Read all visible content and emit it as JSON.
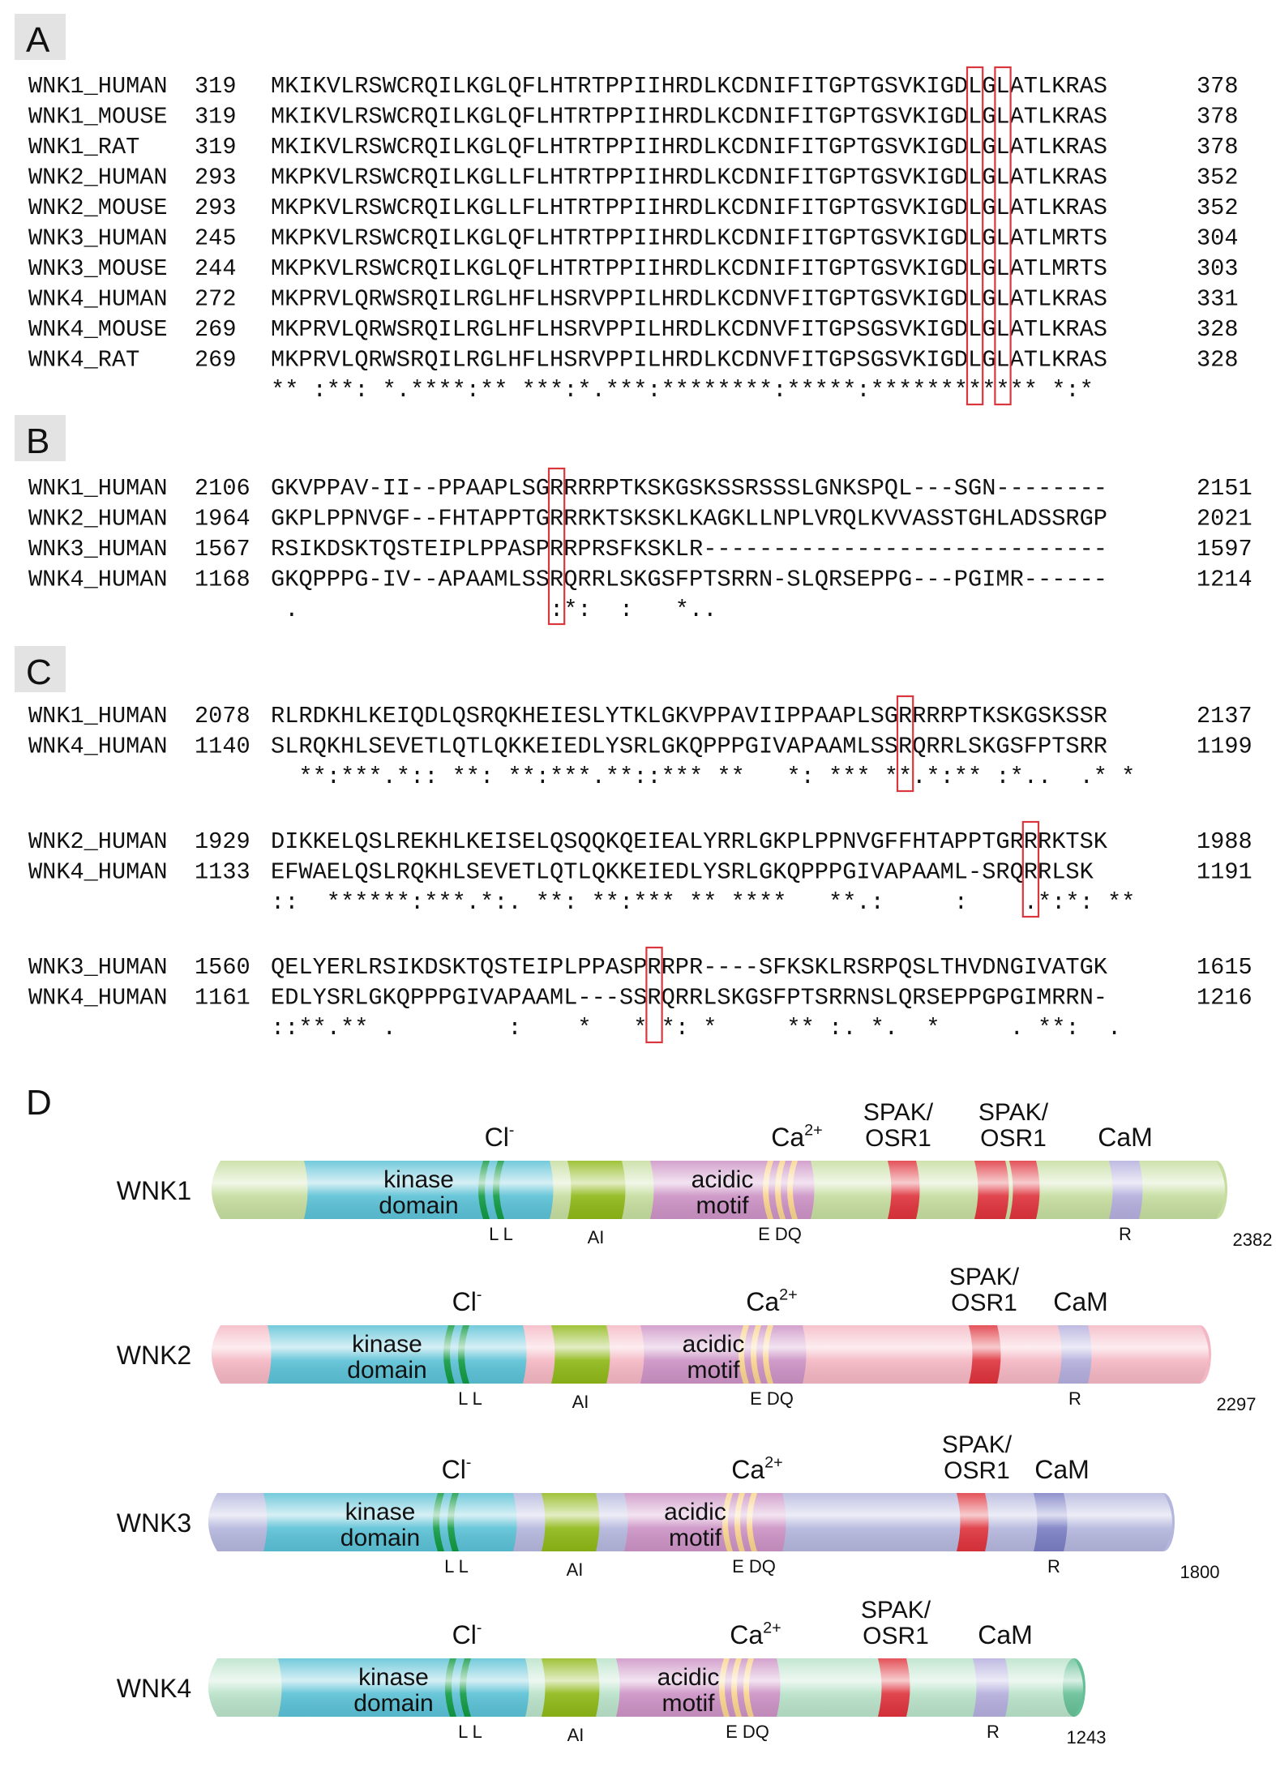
{
  "panels": {
    "A": {
      "letter": "A",
      "rows": [
        {
          "name": "WNK1_HUMAN",
          "start": "319",
          "seq": "MKIKVLRSWCRQILKGLQFLHTRTPPIIHRDLKCDNIFITGPTGSVKIGDLGLATLKRAS",
          "end": "378"
        },
        {
          "name": "WNK1_MOUSE",
          "start": "319",
          "seq": "MKIKVLRSWCRQILKGLQFLHTRTPPIIHRDLKCDNIFITGPTGSVKIGDLGLATLKRAS",
          "end": "378"
        },
        {
          "name": "WNK1_RAT",
          "start": "319",
          "seq": "MKIKVLRSWCRQILKGLQFLHTRTPPIIHRDLKCDNIFITGPTGSVKIGDLGLATLKRAS",
          "end": "378"
        },
        {
          "name": "WNK2_HUMAN",
          "start": "293",
          "seq": "MKPKVLRSWCRQILKGLLFLHTRTPPIIHRDLKCDNIFITGPTGSVKIGDLGLATLKRAS",
          "end": "352"
        },
        {
          "name": "WNK2_MOUSE",
          "start": "293",
          "seq": "MKPKVLRSWCRQILKGLLFLHTRTPPIIHRDLKCDNIFITGPTGSVKIGDLGLATLKRAS",
          "end": "352"
        },
        {
          "name": "WNK3_HUMAN",
          "start": "245",
          "seq": "MKPKVLRSWCRQILKGLQFLHTRTPPIIHRDLKCDNIFITGPTGSVKIGDLGLATLMRTS",
          "end": "304"
        },
        {
          "name": "WNK3_MOUSE",
          "start": "244",
          "seq": "MKPKVLRSWCRQILKGLQFLHTRTPPIIHRDLKCDNIFITGPTGSVKIGDLGLATLMRTS",
          "end": "303"
        },
        {
          "name": "WNK4_HUMAN",
          "start": "272",
          "seq": "MKPRVLQRWSRQILRGLHFLHSRVPPILHRDLKCDNVFITGPTGSVKIGDLGLATLKRAS",
          "end": "331"
        },
        {
          "name": "WNK4_MOUSE",
          "start": "269",
          "seq": "MKPRVLQRWSRQILRGLHFLHSRVPPILHRDLKCDNVFITGPSGSVKIGDLGLATLKRAS",
          "end": "328"
        },
        {
          "name": "WNK4_RAT",
          "start": "269",
          "seq": "MKPRVLQRWSRQILRGLHFLHSRVPPILHRDLKCDNVFITGPSGSVKIGDLGLATLKRAS",
          "end": "328"
        }
      ],
      "consensus": "** :**: *.****:** ***:*.***:********:*****:************ *:*",
      "highlight_cols": [
        50,
        52
      ]
    },
    "B": {
      "letter": "B",
      "rows": [
        {
          "name": "WNK1_HUMAN",
          "start": "2106",
          "seq": "GKVPPAV-II--PPAAPLSGRRRRPTKSKGSKSSRSSSLGNKSPQL---SGN--------",
          "end": "2151"
        },
        {
          "name": "WNK2_HUMAN",
          "start": "1964",
          "seq": "GKPLPPNVGF--FHTAPPTGRRRKTSKSKLKAGKLLNPLVRQLKVVASSTGHLADSSRGP",
          "end": "2021"
        },
        {
          "name": "WNK3_HUMAN",
          "start": "1567",
          "seq": "RSIKDSKTQSTEIPLPPASPRRPRSFKSKLR-----------------------------",
          "end": "1597"
        },
        {
          "name": "WNK4_HUMAN",
          "start": "1168",
          "seq": "GKQPPPG-IV--APAAMLSSRQRRLSKGSFPTSRRN-SLQRSEPPG---PGIMR------",
          "end": "1214"
        }
      ],
      "consensus": " .                  :*:  :   *..",
      "highlight_cols": [
        20
      ]
    },
    "C": {
      "letter": "C",
      "blocks": [
        {
          "rows": [
            {
              "name": "WNK1_HUMAN",
              "start": "2078",
              "seq": "RLRDKHLKEIQDLQSRQKHEIESLYTKLGKVPPAVIIPPAAPLSGRRRRPTKSKGSKSSR",
              "end": "2137"
            },
            {
              "name": "WNK4_HUMAN",
              "start": "1140",
              "seq": "SLRQKHLSEVETLQTLQKKEIEDLYSRLGKQPPPGIVAPAAMLSSRQRRLSKGSFPTSRR",
              "end": "1199"
            }
          ],
          "consensus": "  **:***.*:: **: **:***.**::*** **   *: *** **.*:** :*..  .* *",
          "highlight_col": 45
        },
        {
          "rows": [
            {
              "name": "WNK2_HUMAN",
              "start": "1929",
              "seq": "DIKKELQSLREKHLKEISELQSQQKQEIEALYRRLGKPLPPNVGFFHTAPPTGRRRKTSK",
              "end": "1988"
            },
            {
              "name": "WNK4_HUMAN",
              "start": "1133",
              "seq": "EFWAELQSLRQKHLSEVETLQTLQKKEIEDLYSRLGKQPPPGIVAPAAML-SRQRRLSK",
              "end": "1191"
            }
          ],
          "consensus": "::  ******:***.*:. **: **:*** ** ****   **.:     :    .*:*: **",
          "highlight_col": 54
        },
        {
          "rows": [
            {
              "name": "WNK3_HUMAN",
              "start": "1560",
              "seq": "QELYERLRSIKDSKTQSTEIPLPPASPRRPR----SFKSKLRSRPQSLTHVDNGIVATGK",
              "end": "1615"
            },
            {
              "name": "WNK4_HUMAN",
              "start": "1161",
              "seq": "EDLYSRLGKQPPPGIVAPAAML---SSRQRRLSKGSFPTSRRNSLQRSEPPGPGIMRRN-",
              "end": "1216"
            }
          ],
          "consensus": "::**.** .        :    *   * *: *     ** :. *.  *     . **:  .",
          "highlight_col": 27
        }
      ]
    },
    "D": {
      "letter": "D",
      "labels": {
        "kinase": [
          "kinase",
          "domain"
        ],
        "acidic": [
          "acidic",
          "motif"
        ],
        "cl": "Cl",
        "cl_sup": "-",
        "ca": "Ca",
        "ca_sup": "2+",
        "spak": [
          "SPAK/",
          "OSR1"
        ],
        "cam": "CaM",
        "ll": "L L",
        "ai": "AI",
        "edq": "E DQ",
        "r": "R"
      },
      "proteins": [
        {
          "name": "WNK1",
          "length": 2382,
          "color": "#c5dd9f"
        },
        {
          "name": "WNK2",
          "length": 2297,
          "color": "#f4b7c3"
        },
        {
          "name": "WNK3",
          "length": 1800,
          "color": "#b4b6dd"
        },
        {
          "name": "WNK4",
          "length": 1243,
          "color": "#b9e2c9"
        }
      ],
      "colors": {
        "kinase": "#5bc1d6",
        "cl": "#119a44",
        "ai": "#8fb817",
        "acidic": "#cc92c5",
        "ca": "#f8d48e",
        "spak": "#df333c",
        "cam": "#b4aedd",
        "wnk3_cam": "#7b7ec4",
        "wnk4_cap": "#66c097"
      }
    }
  }
}
